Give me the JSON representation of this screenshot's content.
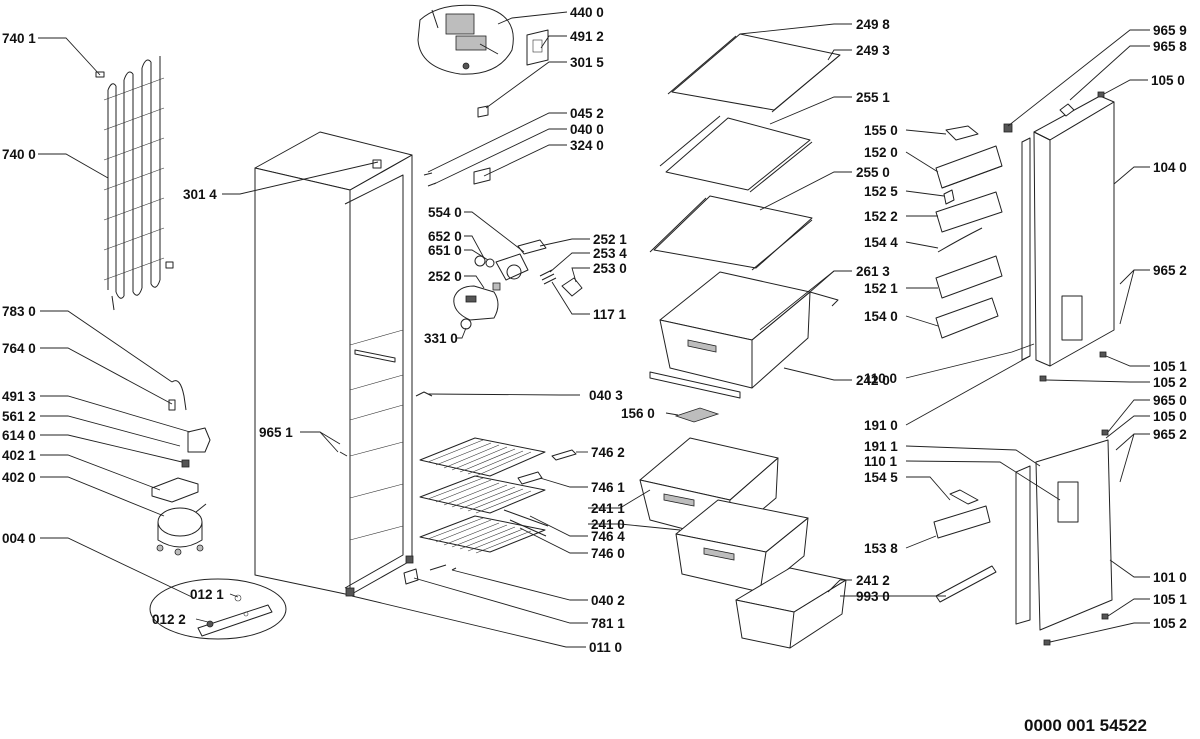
{
  "document_number": "0000 001 54522",
  "callouts": {
    "c7401": "740 1",
    "c7400": "740 0",
    "c7830": "783 0",
    "c7640": "764 0",
    "c4913": "491 3",
    "c5612": "561 2",
    "c6140": "614 0",
    "c4021": "402 1",
    "c4020": "402 0",
    "c0040": "004 0",
    "c0121": "012 1",
    "c0122": "012 2",
    "c3014": "301 4",
    "c9651": "965 1",
    "c4400": "440 0",
    "c4912": "491 2",
    "c3015": "301 5",
    "c0452": "045 2",
    "c0400": "040 0",
    "c3240": "324 0",
    "c5540": "554 0",
    "c6520": "652 0",
    "c6510": "651 0",
    "c2520": "252 0",
    "c3310": "331 0",
    "c2521": "252 1",
    "c2534": "253 4",
    "c2530": "253 0",
    "c1171": "117 1",
    "c0403": "040 3",
    "c7462": "746 2",
    "c7461": "746 1",
    "c7464": "746 4",
    "c7460": "746 0",
    "c0402": "040 2",
    "c7811": "781 1",
    "c0110": "011 0",
    "c2498": "249 8",
    "c2493": "249 3",
    "c2551": "255 1",
    "c2550": "255 0",
    "c2613": "261 3",
    "c2420": "242 0",
    "c1560": "156 0",
    "c2411": "241 1",
    "c2410": "241 0",
    "c2412": "241 2",
    "c9930": "993 0",
    "c1550": "155 0",
    "c1520": "152 0",
    "c1525": "152 5",
    "c1522": "152 2",
    "c1544": "154 4",
    "c1521": "152 1",
    "c1540": "154 0",
    "c1100": "110 0",
    "c1910": "191 0",
    "c1911": "191 1",
    "c1101": "110 1",
    "c1545": "154 5",
    "c1538": "153 8",
    "c9659": "965 9",
    "c9658": "965 8",
    "c1050a": "105 0",
    "c1040": "104 0",
    "c9652a": "965 2",
    "c1051a": "105 1",
    "c1052a": "105 2",
    "c9650": "965 0",
    "c1050b": "105 0",
    "c9652b": "965 2",
    "c1010": "101 0",
    "c1051b": "105 1",
    "c1052b": "105 2"
  }
}
